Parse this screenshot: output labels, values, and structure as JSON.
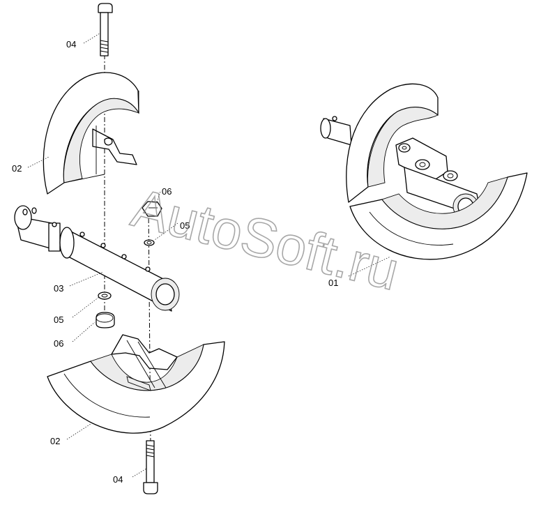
{
  "callouts": {
    "c04_top": "04",
    "c02_upper": "02",
    "c06_right": "06",
    "c05_right": "05",
    "c03": "03",
    "c05_left": "05",
    "c06_left": "06",
    "c02_lower": "02",
    "c04_bottom": "04",
    "c01": "01"
  },
  "watermark": {
    "text": "AutoSoft.ru"
  }
}
